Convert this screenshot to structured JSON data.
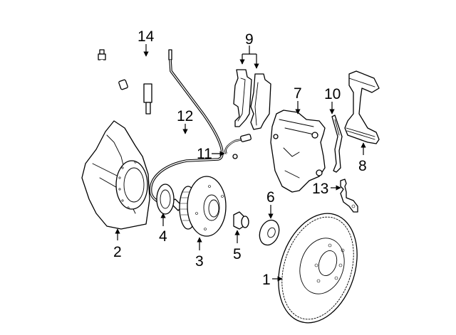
{
  "diagram": {
    "title": "Front Brake Components",
    "colors": {
      "line": "#000000",
      "background": "#ffffff"
    },
    "callouts": [
      {
        "number": "1",
        "part": "rotor"
      },
      {
        "number": "2",
        "part": "splash-shield"
      },
      {
        "number": "3",
        "part": "hub-bearing"
      },
      {
        "number": "4",
        "part": "seal"
      },
      {
        "number": "5",
        "part": "hub-nut"
      },
      {
        "number": "6",
        "part": "dust-cap"
      },
      {
        "number": "7",
        "part": "caliper"
      },
      {
        "number": "8",
        "part": "caliper-support"
      },
      {
        "number": "9",
        "part": "brake-pads"
      },
      {
        "number": "10",
        "part": "pad-spring"
      },
      {
        "number": "11",
        "part": "wear-sensor"
      },
      {
        "number": "12",
        "part": "abs-sensor"
      },
      {
        "number": "13",
        "part": "bracket"
      },
      {
        "number": "14",
        "part": "brake-hose"
      }
    ]
  }
}
